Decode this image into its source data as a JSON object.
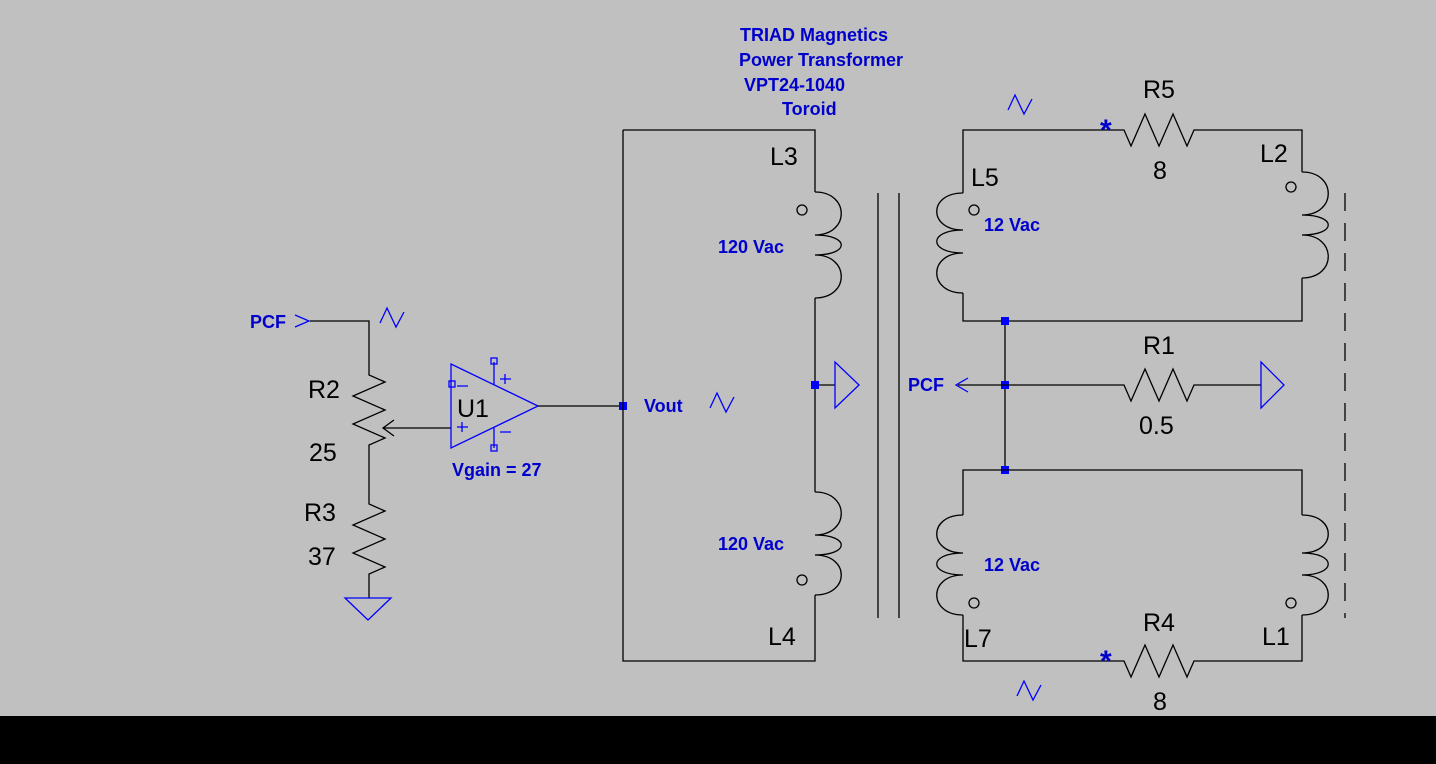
{
  "title_lines": [
    "TRIAD Magnetics",
    "Power Transformer",
    "VPT24-1040",
    "Toroid"
  ],
  "components": {
    "R1": {
      "name": "R1",
      "value": "0.5"
    },
    "R2": {
      "name": "R2",
      "value": "25"
    },
    "R3": {
      "name": "R3",
      "value": "37"
    },
    "R4": {
      "name": "R4",
      "value": "8"
    },
    "R5": {
      "name": "R5",
      "value": "8"
    },
    "U1": {
      "name": "U1",
      "param": "Vgain = 27"
    },
    "L1": {
      "name": "L1"
    },
    "L2": {
      "name": "L2"
    },
    "L3": {
      "name": "L3",
      "voltage": "120 Vac"
    },
    "L4": {
      "name": "L4",
      "voltage": "120 Vac"
    },
    "L5": {
      "name": "L5",
      "voltage": "12 Vac"
    },
    "L7": {
      "name": "L7",
      "voltage": "12 Vac"
    }
  },
  "nets": {
    "pcf_in": "PCF",
    "pcf_out": "PCF",
    "vout": "Vout"
  },
  "polarity_mark": "*",
  "colors": {
    "background": "#c0c0c0",
    "wire": "#000000",
    "annotation": "#0000cc"
  }
}
